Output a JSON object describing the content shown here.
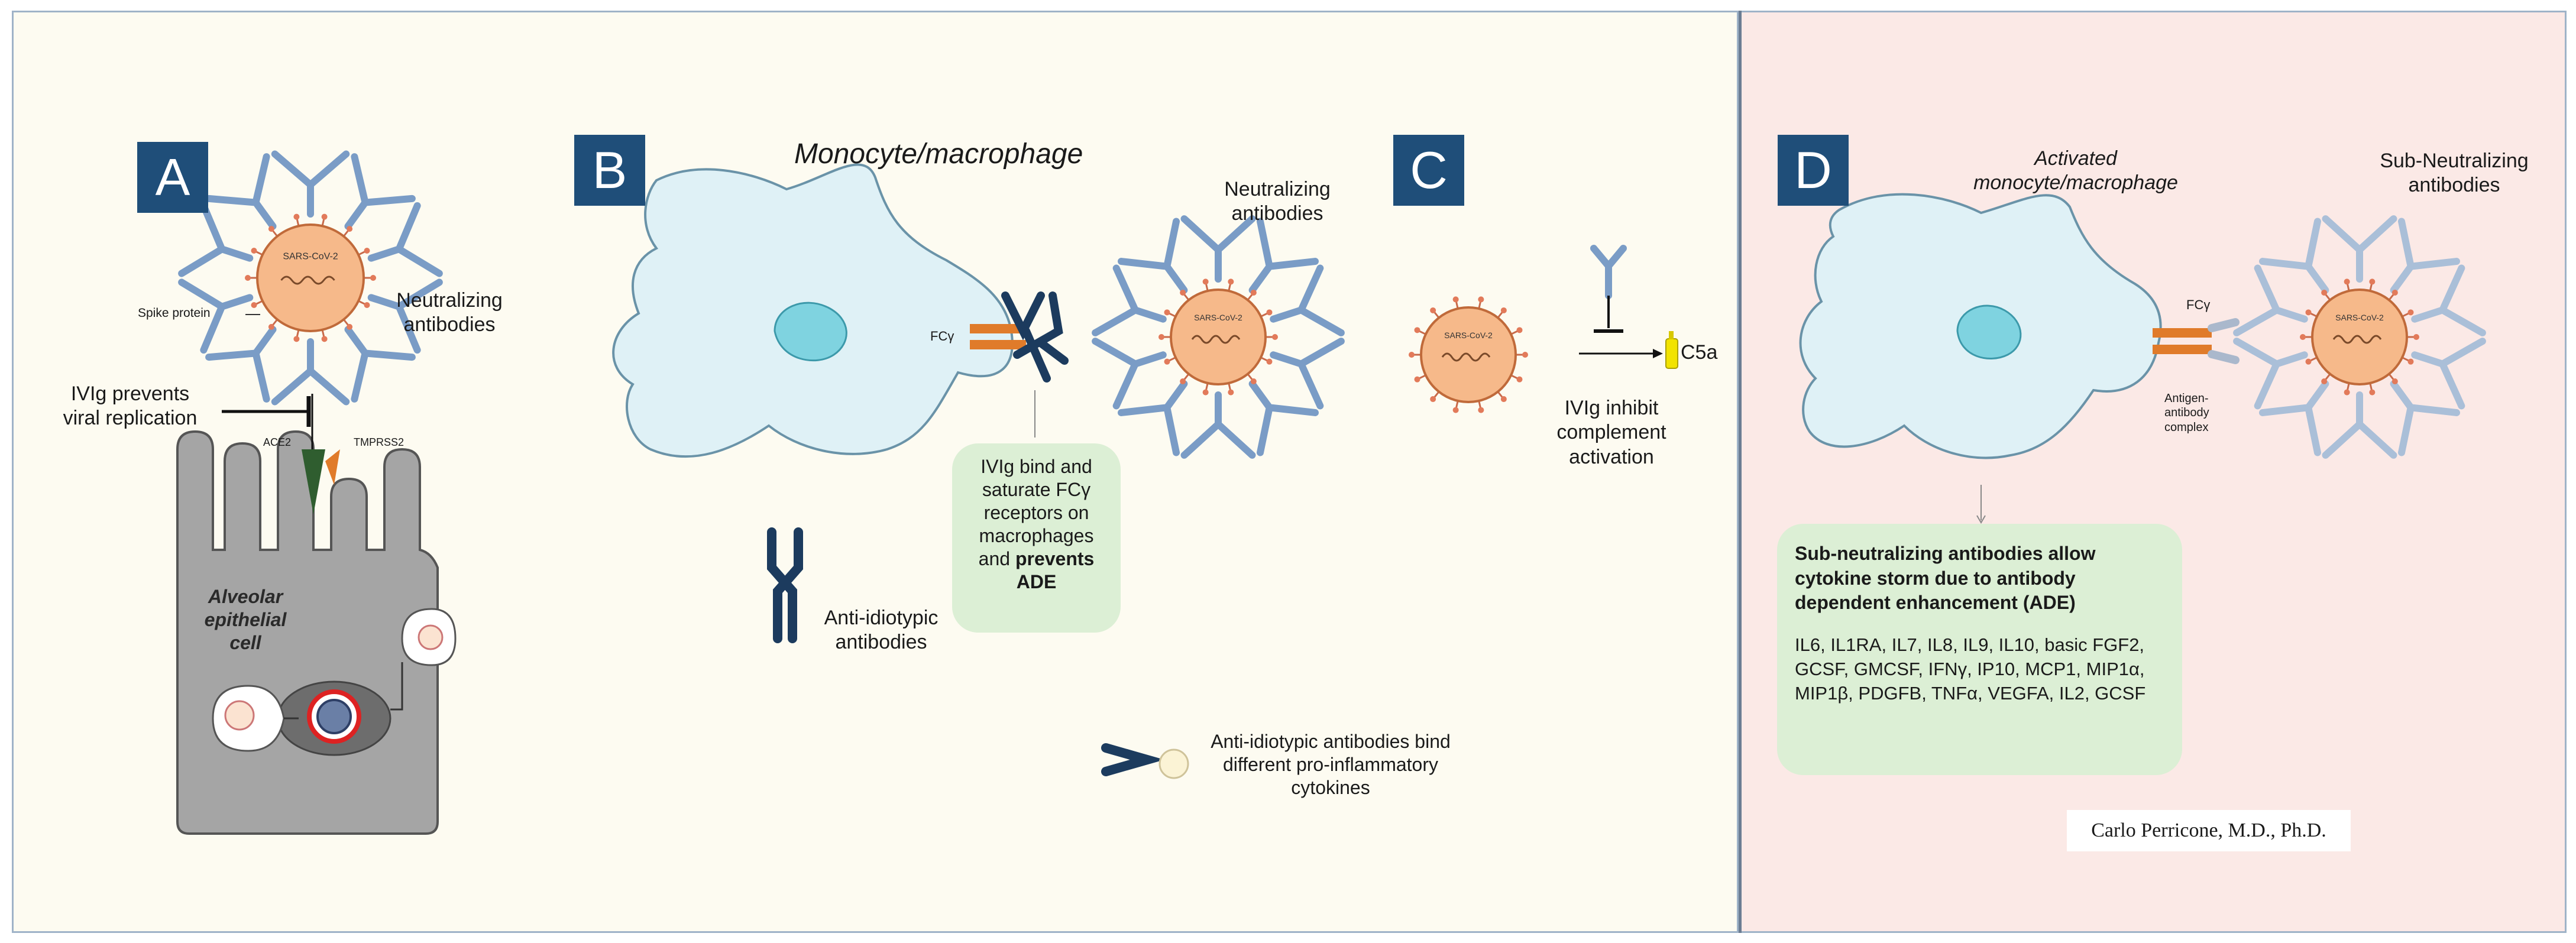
{
  "panels": {
    "a": {
      "letter": "A",
      "neutralizing_label": "Neutralizing antibodies",
      "spike_label": "Spike protein",
      "virus_label": "SARS-CoV-2",
      "prevents_label": "IVIg prevents viral replication",
      "ace2_label": "ACE2",
      "tmprss2_label": "TMPRSS2",
      "cell_label": "Alveolar epithelial cell"
    },
    "b": {
      "letter": "B",
      "title": "Monocyte/macrophage",
      "neutralizing_label": "Neutralizing antibodies",
      "fc_label": "FCγ",
      "virus_label": "SARS-CoV-2",
      "box_text": "IVIg bind and saturate FCγ receptors on macrophages and",
      "box_bold": "prevents ADE",
      "anti_idiotypic_label": "Anti-idiotypic antibodies",
      "legend_text": "Anti-idiotypic antibodies bind different pro-inflammatory cytokines"
    },
    "c": {
      "letter": "C",
      "virus_label": "SARS-CoV-2",
      "c5a_label": "C5a",
      "inhibit_label": "IVIg inhibit complement activation"
    },
    "d": {
      "letter": "D",
      "title": "Activated monocyte/macrophage",
      "sub_neutralizing_label": "Sub-Neutralizing antibodies",
      "fc_label": "FCγ",
      "complex_label": "Antigen-antibody complex",
      "virus_label": "SARS-CoV-2",
      "box_title": "Sub-neutralizing antibodies allow cytokine storm due to antibody dependent enhancement (ADE)",
      "cytokines": "IL6, IL1RA, IL7, IL8, IL9, IL10, basic FGF2, GCSF, GMCSF, IFNγ, IP10, MCP1, MIP1α, MIP1β, PDGFB, TNFα, VEGFA, IL2, GCSF"
    }
  },
  "signature": "Carlo Perricone, M.D., Ph.D.",
  "colors": {
    "letter_bg": "#1f4e79",
    "antibody": "#7a9cc6",
    "antibody_dark": "#1c3b5e",
    "virus": "#f6b98a",
    "macrophage": "#dff1f6",
    "nucleus": "#7fd3e0",
    "green_box": "#dcefd5",
    "cell_gray": "#a5a5a5",
    "receptor_orange": "#e07b2a"
  }
}
